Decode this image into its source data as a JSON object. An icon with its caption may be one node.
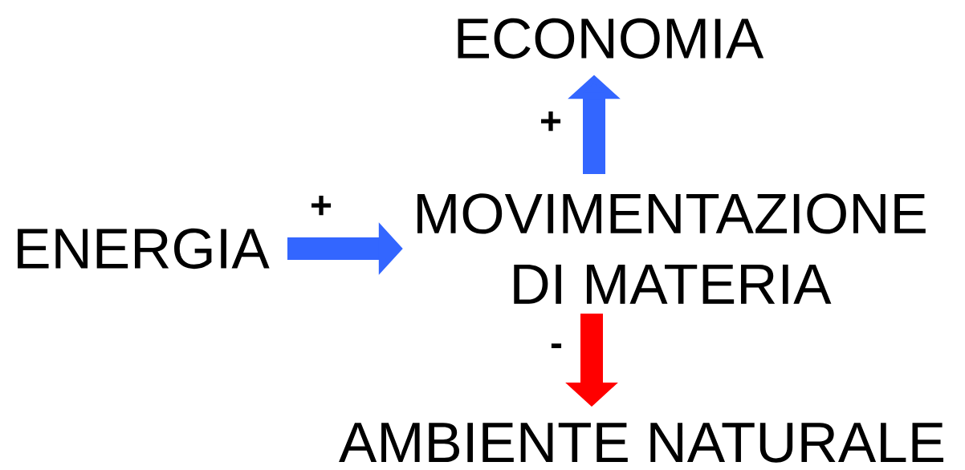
{
  "diagram": {
    "nodes": [
      {
        "text": [
          "ENERGIA"
        ]
      },
      {
        "text": [
          "MOVIMENTAZIONE DI MATERIA"
        ]
      },
      {
        "text": [
          "ECONOMIA"
        ]
      },
      {
        "text": [
          "AMBIENTE NATURALE"
        ]
      }
    ],
    "edges": [
      {
        "from": 0,
        "to": 1,
        "arrow": "to",
        "label": "+"
      },
      {
        "from": 1,
        "to": 2,
        "arrow": "to",
        "label": "+"
      },
      {
        "from": 1,
        "to": 3,
        "arrow": "to",
        "label": "-",
        "color": "#ff0000"
      }
    ]
  }
}
